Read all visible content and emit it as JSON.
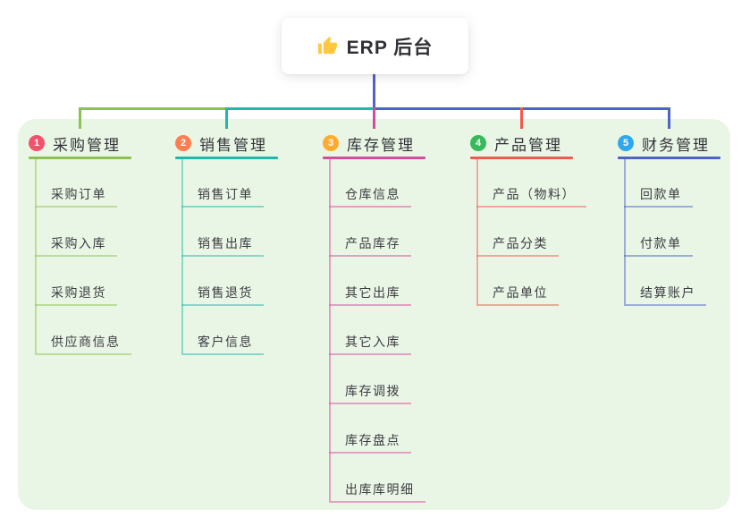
{
  "root": {
    "title": "ERP 后台",
    "icon": "thumbs-up-icon",
    "icon_color": "#FFC83D"
  },
  "canvas": {
    "background": "#FFFFFF",
    "panel_background": "#EAF6E5"
  },
  "connector": {
    "trunk_color": "#5560C9"
  },
  "branches": [
    {
      "index": "1",
      "label": "采购管理",
      "color": "#8CC152",
      "badge_color": "#F4516C",
      "children": [
        "采购订单",
        "采购入库",
        "采购退货",
        "供应商信息"
      ]
    },
    {
      "index": "2",
      "label": "销售管理",
      "color": "#1FB9AC",
      "badge_color": "#FD7E50",
      "children": [
        "销售订单",
        "销售出库",
        "销售退货",
        "客户信息"
      ]
    },
    {
      "index": "3",
      "label": "库存管理",
      "color": "#D84A9F",
      "badge_color": "#FFAB2E",
      "children": [
        "仓库信息",
        "产品库存",
        "其它出库",
        "其它入库",
        "库存调拨",
        "库存盘点",
        "出库库明细"
      ]
    },
    {
      "index": "4",
      "label": "产品管理",
      "color": "#F2594F",
      "badge_color": "#38B95C",
      "children": [
        "产品（物料）",
        "产品分类",
        "产品单位"
      ]
    },
    {
      "index": "5",
      "label": "财务管理",
      "color": "#4A64C8",
      "badge_color": "#2FA8EE",
      "children": [
        "回款单",
        "付款单",
        "结算账户"
      ]
    }
  ]
}
